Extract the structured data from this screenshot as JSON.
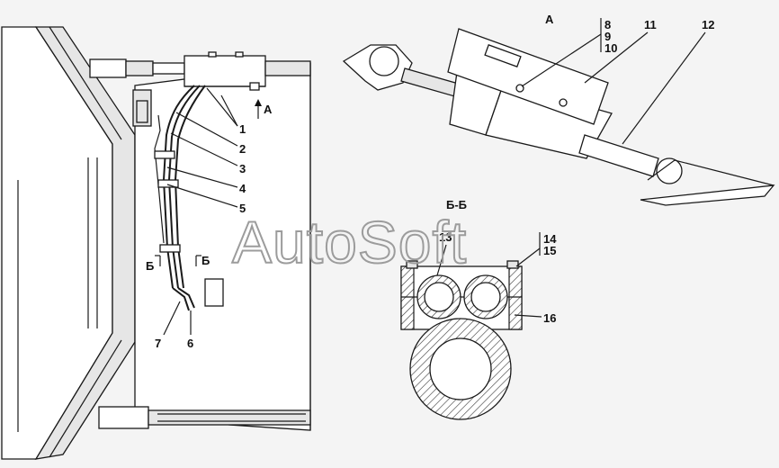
{
  "labels": {
    "n1": "1",
    "n2": "2",
    "n3": "3",
    "n4": "4",
    "n5": "5",
    "n6": "6",
    "n7": "7",
    "n8": "8",
    "n9": "9",
    "n10": "10",
    "n11": "11",
    "n12": "12",
    "n13": "13",
    "n14": "14",
    "n15": "15",
    "n16": "16"
  },
  "view_markers": {
    "arrow_a": "А",
    "view_a_title": "А",
    "section_b_left": "Б",
    "section_b_right": "Б",
    "section_title": "Б-Б"
  },
  "watermark": "AutoSoft"
}
